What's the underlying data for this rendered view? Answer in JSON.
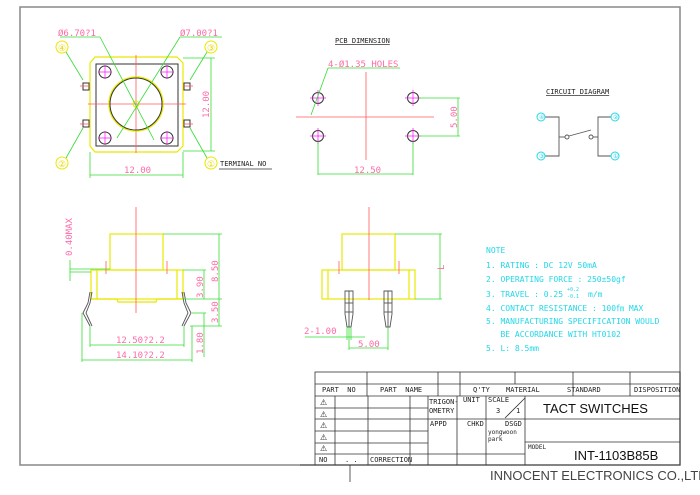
{
  "top_view": {
    "dim_cap": "Ø6.70?1",
    "dim_body_circle": "Ø7.00?1",
    "dim_width": "12.00",
    "dim_height": "12.00",
    "terminal_label": "TERMINAL NO",
    "terminals": [
      "①",
      "②",
      "③",
      "④"
    ]
  },
  "pcb": {
    "title": "PCB DIMENSION",
    "holes_label": "4-Ø1.35 HOLES",
    "dim_vertical": "5.00",
    "dim_horizontal": "12.50"
  },
  "circuit": {
    "title": "CIRCUIT DIAGRAM",
    "nodes": [
      "④",
      "③",
      "②",
      "①"
    ]
  },
  "side_view": {
    "dim_max": "0.40MAX",
    "dim_total": "8.50",
    "dim_body": "3.90",
    "dim_lead": "3.50",
    "dim_foot": "1.80",
    "dim_inner": "12.50?2.2",
    "dim_outer": "14.10?2.2"
  },
  "front_view": {
    "dim_l": "L",
    "dim_pin": "2-1.00",
    "dim_pitch": "5.00"
  },
  "notes": {
    "title": "NOTE",
    "lines": [
      "1. RATING : DC 12V 50mA",
      "2. OPERATING FORCE : 250±50gf",
      "3. TRAVEL : 0.25",
      "4. CONTACT RESISTANCE : 100㎙   MAX",
      "5. MANUFACTURING SPECIFICATION WOULD",
      "   BE ACCORDANCE WITH HT0102",
      "5. L: 8.5mm"
    ],
    "travel_tol_plus": "+0.2",
    "travel_tol_minus": "-0.1",
    "travel_unit": "m/m"
  },
  "title_block": {
    "part_no": "PART  NO",
    "part_name": "PART  NAME",
    "qty": "Q'TY",
    "material": "MATERIAL",
    "standard": "STANDARD",
    "disposition": "DISPOSITION",
    "revision_marks": [
      "⚠",
      "⚠",
      "⚠",
      "⚠",
      "⚠"
    ],
    "no": "NO",
    "date": ". .",
    "correction": "CORRECTION",
    "trigonometry_1": "TRIGON-",
    "trigonometry_2": "OMETRY",
    "unit": "UNIT",
    "scale": "SCALE",
    "scale_num": "3",
    "scale_den": "1",
    "appd": "APPD",
    "chkd": "CHKD",
    "dsgd": "DSGD",
    "designer_1": "yongwoon",
    "designer_2": "park",
    "product": "TACT SWITCHES",
    "model_label": "MODEL",
    "model": "INT-1103B85B",
    "company": "INNOCENT ELECTRONICS CO.,LTD"
  }
}
